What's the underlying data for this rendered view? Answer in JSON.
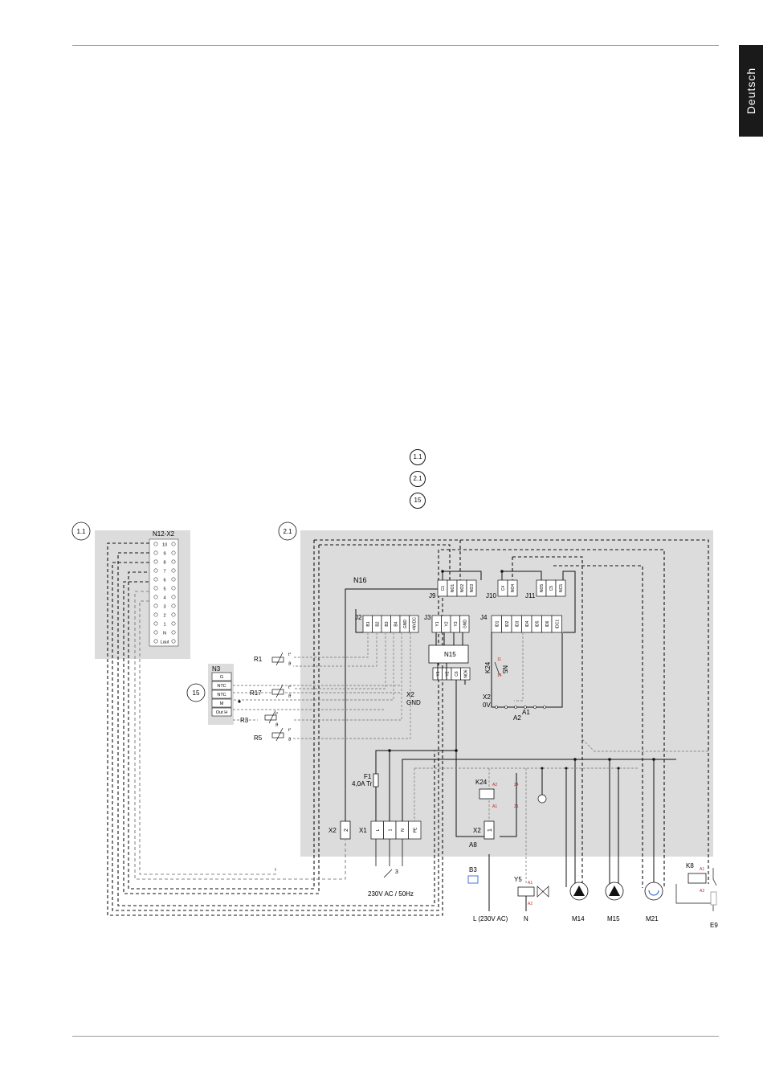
{
  "page": {
    "language_tab": "Deutsch"
  },
  "legend": [
    {
      "badge": "1.1"
    },
    {
      "badge": "2.1"
    },
    {
      "badge": "15"
    }
  ],
  "diagram": {
    "badges": {
      "left_panel": "1.1",
      "main_panel": "2.1",
      "sensor_block": "15"
    },
    "n12x2": {
      "title": "N12-X2",
      "pins": [
        "10",
        "9",
        "8",
        "7",
        "6",
        "5",
        "4",
        "3",
        "2",
        "1",
        "N",
        "Laut"
      ]
    },
    "n3": {
      "title": "N3",
      "rows": [
        "G",
        "NTC",
        "NTC",
        "M",
        "Out H"
      ]
    },
    "controller": {
      "label": "N16",
      "j9": {
        "label": "J9",
        "pins": [
          "C1",
          "NO1",
          "NO2",
          "NO3"
        ]
      },
      "j10": {
        "label": "J10",
        "pins": [
          "C4",
          "NO4"
        ]
      },
      "j11": {
        "label": "J11",
        "pins": [
          "NO5",
          "C5",
          "NC5"
        ]
      },
      "j2": {
        "label": "J2",
        "pins": [
          "B1",
          "B2",
          "B3",
          "B4",
          "GND",
          "+NVDC"
        ]
      },
      "j3": {
        "label": "J3",
        "pins": [
          "Y1",
          "Y2",
          "Y3",
          "GND"
        ]
      },
      "j4": {
        "label": "J4",
        "pins": [
          "ID1",
          "ID2",
          "ID3",
          "ID4",
          "ID5",
          "ID6",
          "IDC1"
        ]
      }
    },
    "n15": {
      "label": "N15",
      "pins": [
        "Y1",
        "Y2",
        "C6",
        "NO6"
      ]
    },
    "sensors": {
      "r1": "R1",
      "r17": "R17",
      "r3": "R3",
      "r5": "R5",
      "t_symbol": "t°",
      "theta": "ϑ"
    },
    "k24_contact": {
      "label": "K24",
      "n5": "N5",
      "p11": "11",
      "p14": "14"
    },
    "x2_0v": {
      "label": "X2",
      "sub": "0V"
    },
    "a1": "A1",
    "a2": "A2",
    "x2_gnd": {
      "x2": "X2",
      "gnd": "GND"
    },
    "fuse": {
      "label": "F1",
      "rating": "4,0A Tr"
    },
    "k24_relay": {
      "label": "K24",
      "a1": "A1",
      "a2": "A2",
      "p24": "24",
      "p21": "21"
    },
    "terminals": {
      "x2_left": {
        "label": "X2",
        "pin": "2"
      },
      "x1": {
        "label": "X1",
        "pins": [
          "L",
          "1",
          "N",
          "PE"
        ]
      },
      "x2_right": {
        "label": "X2",
        "pin": "1"
      }
    },
    "a8": "A8",
    "supply": {
      "wire_count": "3",
      "text": "230V AC / 50Hz"
    },
    "b3": {
      "label": "B3",
      "sub": "L (230V AC)"
    },
    "y5": {
      "label": "Y5",
      "sub": "N",
      "a1": "A1",
      "a2": "A2"
    },
    "m14": "M14",
    "m15": "M15",
    "m21": "M21",
    "k8": {
      "label": "K8",
      "a1": "A1",
      "a2": "A2"
    },
    "e9": "E9",
    "colors": {
      "panel": "#dcdcdc",
      "wire": "#111111",
      "dashed": "#222222",
      "dash_grey": "#888888",
      "red_label": "#cc2222"
    }
  }
}
